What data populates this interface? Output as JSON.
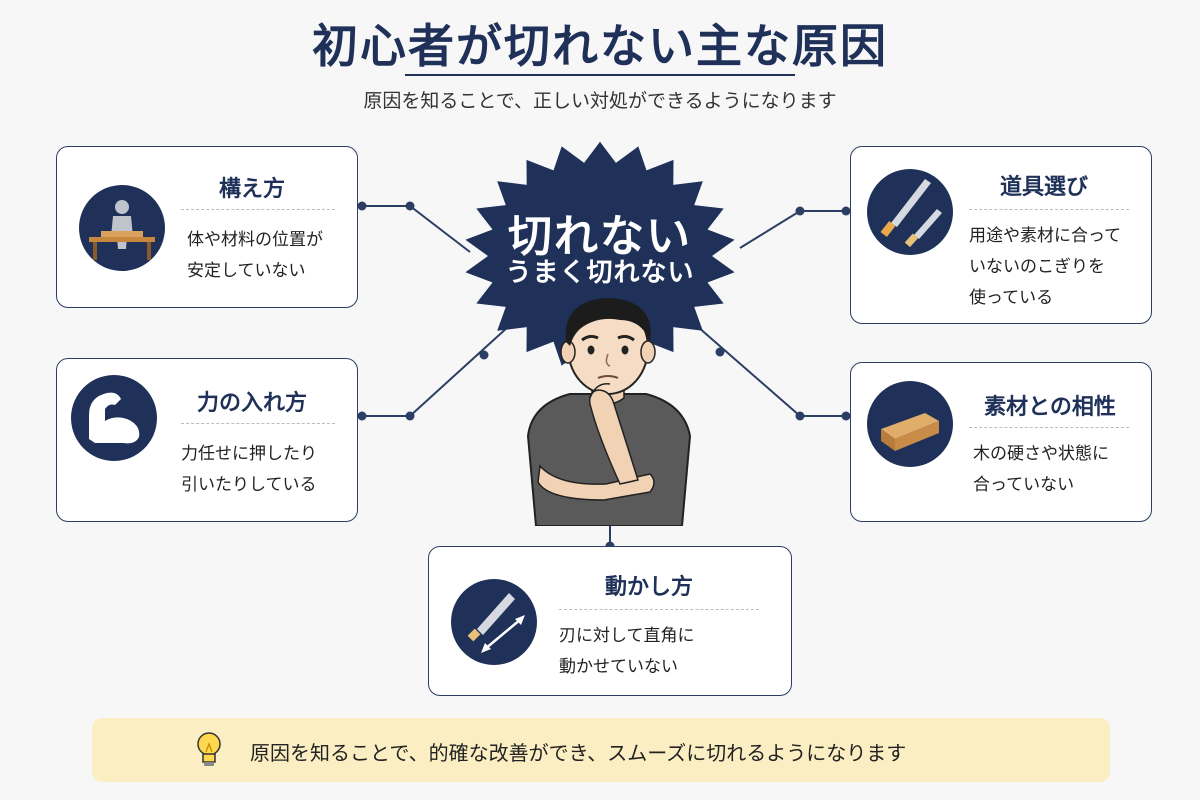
{
  "header": {
    "title": "初心者が切れない主な原因",
    "subtitle": "原因を知ることで、正しい対処ができるようになります"
  },
  "center": {
    "main": "切れない",
    "sub": "うまく切れない"
  },
  "causes": {
    "stance": {
      "title": "構え方",
      "line1": "体や材料の位置が",
      "line2": "安定していない",
      "icon": "person-at-workbench-icon"
    },
    "force": {
      "title": "力の入れ方",
      "line1": "力任せに押したり",
      "line2": "引いたりしている",
      "icon": "flexed-arm-icon"
    },
    "motion": {
      "title": "動かし方",
      "line1": "刃に対して直角に",
      "line2": "動かせていない",
      "icon": "saw-with-arrow-icon"
    },
    "tool": {
      "title": "道具選び",
      "line1": "用途や素材に合って",
      "line2": "いないのこぎりを",
      "line3": "使っている",
      "icon": "saws-icon"
    },
    "material": {
      "title": "素材との相性",
      "line1": "木の硬さや状態に",
      "line2": "合っていない",
      "icon": "wood-plank-icon"
    }
  },
  "tip": {
    "text": "原因を知ることで、的確な改善ができ、スムーズに切れるようになります",
    "icon": "lightbulb-icon"
  },
  "colors": {
    "navy": "#1f3158",
    "card_border": "#2c3e63",
    "tip_background": "#fbeec2",
    "background": "#f7f7f8"
  }
}
